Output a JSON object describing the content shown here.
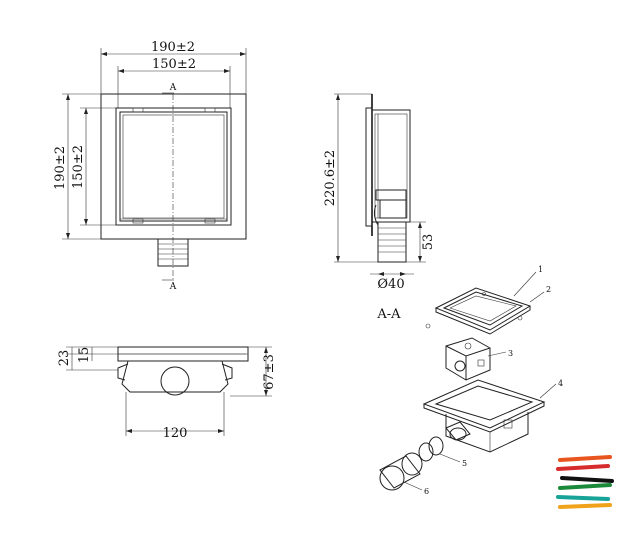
{
  "top_view": {
    "outer_width": "190±2",
    "inner_width": "150±2",
    "outer_height": "190±2",
    "inner_height": "150±2",
    "section_mark_top": "A",
    "section_mark_bottom": "A"
  },
  "side_section": {
    "height": "220.6±2",
    "outlet_height": "53",
    "outlet_diameter": "Ø40",
    "section_title": "A-A"
  },
  "front_view": {
    "flange_height": "23",
    "grate_height": "15",
    "total_height": "67±3",
    "body_width": "120"
  },
  "exploded_view": {
    "callouts": [
      "1",
      "2",
      "3",
      "4",
      "5",
      "6"
    ]
  },
  "logo": {
    "stripe_colors": [
      "#e8551e",
      "#d62c2c",
      "#111111",
      "#1a8a3a",
      "#17a398",
      "#f0a21a"
    ]
  }
}
